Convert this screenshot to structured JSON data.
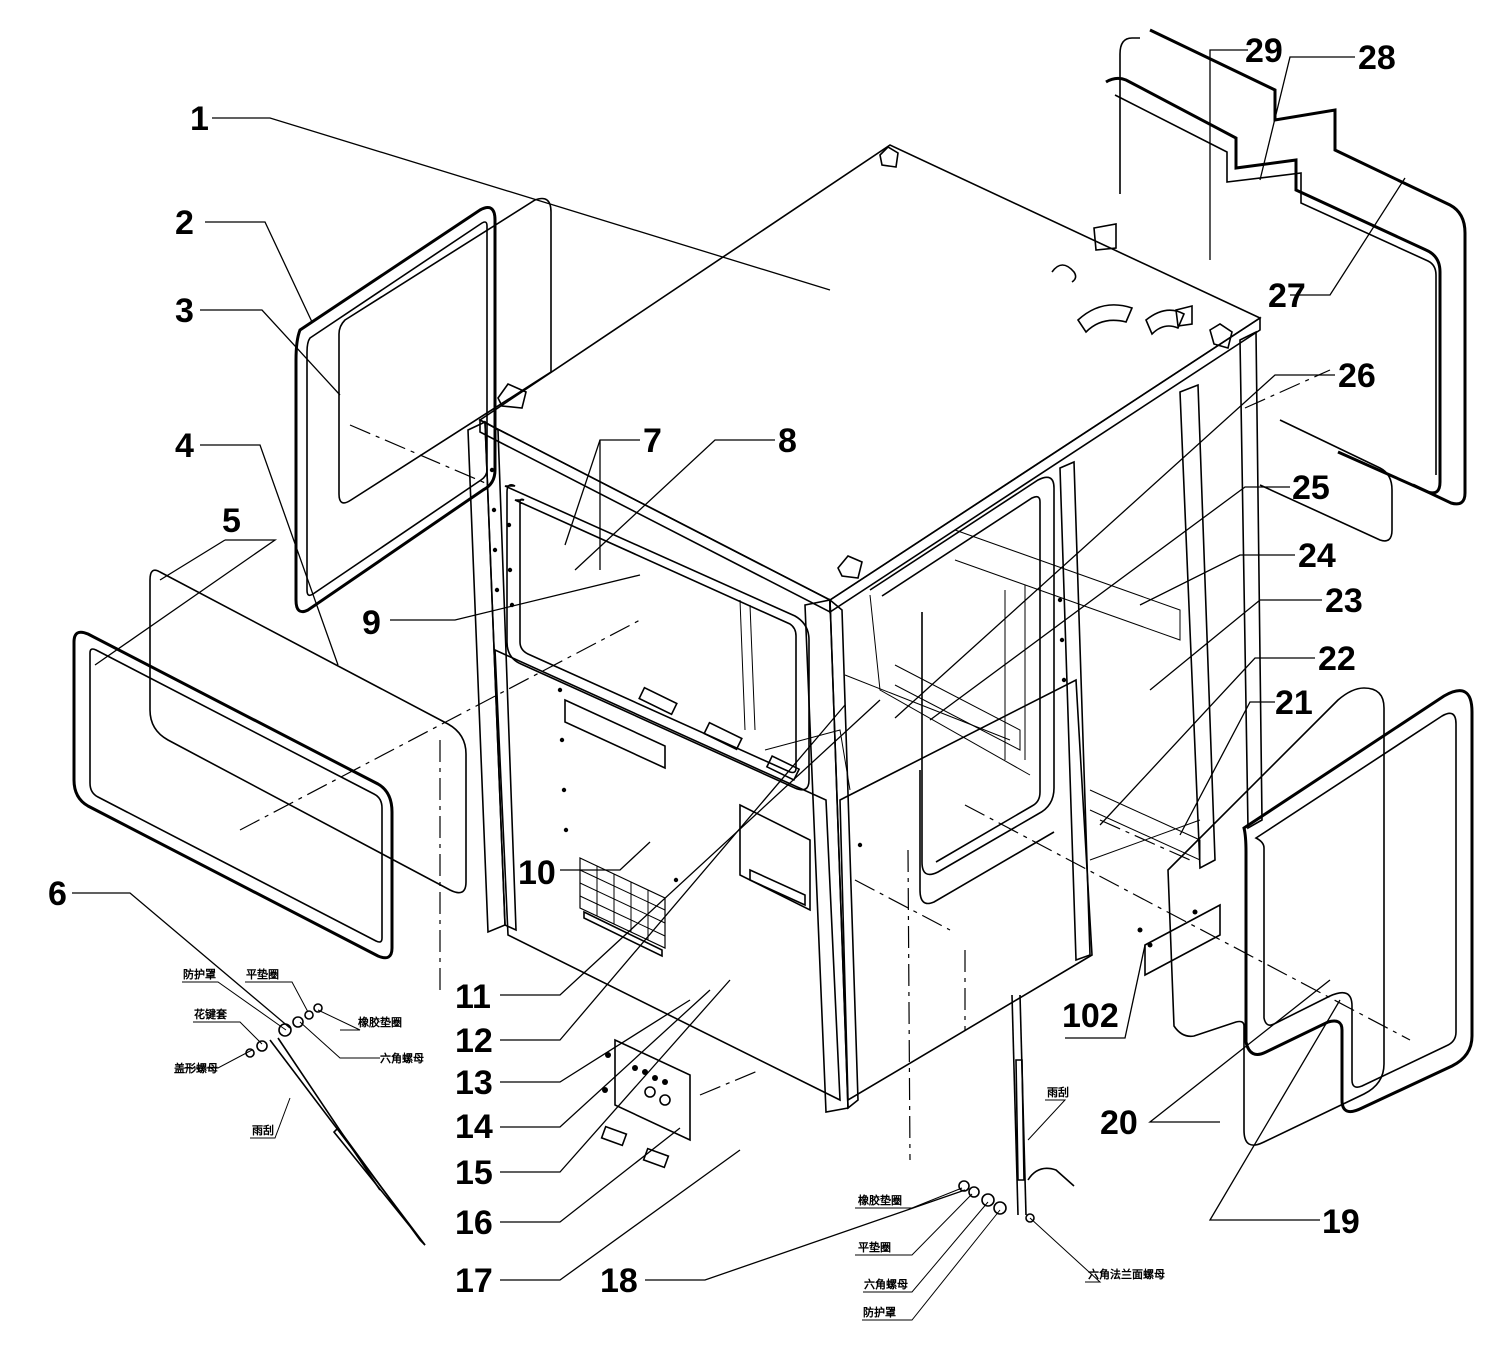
{
  "callouts": [
    "1",
    "2",
    "3",
    "4",
    "5",
    "6",
    "7",
    "8",
    "9",
    "10",
    "11",
    "12",
    "13",
    "14",
    "15",
    "16",
    "17",
    "18",
    "19",
    "20",
    "21",
    "22",
    "23",
    "24",
    "25",
    "26",
    "27",
    "28",
    "29",
    "102"
  ],
  "small_labels": {
    "left_wiper": [
      "防护罩",
      "平垫圈",
      "花键套",
      "橡胶垫圈",
      "盖形螺母",
      "六角螺母",
      "雨刮"
    ],
    "right_wiper": [
      "雨刮",
      "橡胶垫圈",
      "平垫圈",
      "六角螺母",
      "防护罩",
      "六角法兰面螺母"
    ]
  }
}
